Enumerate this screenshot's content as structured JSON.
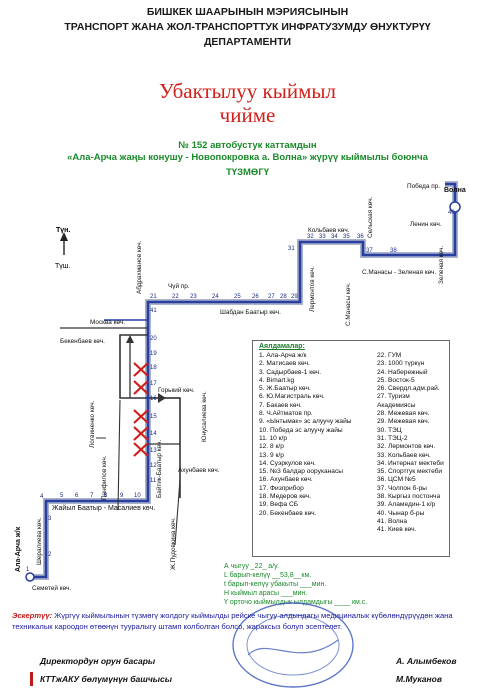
{
  "header": {
    "line1": "БИШКЕК ШААРЫНЫН  МЭРИЯСЫНЫН",
    "line2": "ТРАНСПОРТ ЖАНА ЖОЛ-ТРАНСПОРТТУК ИНФРАТУЗУМДУ ӨНУКТУРҮҮ",
    "line3": "ДЕПАРТАМЕНТИ"
  },
  "title": {
    "line1": "Убактылуу кыймыл",
    "line2": "чийме"
  },
  "subtitle": {
    "line1": "№ 152  автобустук каттамдын",
    "line2": "«Ала-Арча жаңы конушу  - Новопокровка а. Волна»  жүрүү кыймылы боюнча",
    "line3": "ТҮЗМӨГҮ"
  },
  "map": {
    "north": "Түн.",
    "south": "Түш.",
    "start_label": "Ала-Арча ж/к",
    "end_label": "Волна",
    "streets": {
      "semetei": "Семетей көч.",
      "sheralieva": "Шералиева көч.",
      "zhayil": "Жайыл Баатыр - Масалиев көч.",
      "pudovkina": "Ж.Пудовкина көч.",
      "akhunbaev": "Ахунбаев көч.",
      "yunusalieva": "Юнусалиева көч.",
      "baytik": "Байтик-Баатыр көч.",
      "gorkiy": "Горький көч.",
      "panfilov": "Панфилов көч.",
      "logvinenko": "Логвиненко көч.",
      "bekenbaev": "Бекенбаев көч.",
      "moskva": "Москва көч.",
      "abdrakhmanov": "Абдрахманов көч.",
      "chuy": "Чүй пр.",
      "shabdan": "Шабдан Баатыр көч.",
      "lermontov": "Лермонтов көч.",
      "kolbaev": "Кольбаев көч.",
      "manas": "С.Манасы - Зеленая көч.",
      "manas_v": "С.Манасы көч.",
      "zelenaya": "Зеленая көч.",
      "lenin": "Ленин көч.",
      "selskaya": "Сельская көч.",
      "pobeda": "Победа пр."
    }
  },
  "legend": {
    "title": "Аялдамалар:",
    "col1": [
      "1. Ала-Арча ж/к",
      "2. Матисаев көч.",
      "3. Садырбаев-1 көч.",
      "4. Bimart.kg",
      "5. Ж.Баатыр көч.",
      "6. Ю.Магистраль көч.",
      "7. Бакаев көч.",
      "8. Ч.Айтматов пр.",
      "9. «Ынтымак» эс алуучу жайы",
      "10. Победа эс алуучу жайы",
      "11. 10 к/р",
      "12. 8 к/р",
      "13. 9 к/р",
      "14. Суэркулов көч.",
      "15. №3 балдар ооруканасы",
      "16. Ахунбаев көч.",
      "17. Физприбор",
      "18. Медеров көч.",
      "19. Вефа СБ",
      "20. Бекенбаев көч."
    ],
    "col2": [
      "22. ГУМ",
      "23. 1000 түркүн",
      "24. Набережный",
      "25. Восток-5",
      "26. Свердл.адм.рай.",
      "27. Туризм Академиясы",
      "28. Межевая көч.",
      "29. Межевая көч.",
      "30. ТЭЦ",
      "31. ТЭЦ-2",
      "32. Лермонтов көч.",
      "33. Кольбаев көч.",
      "34. Интернат мектеби",
      "35. Спортгук мектеби",
      "36. ЦСМ №5",
      "37. Чолпон б-ры",
      "38. Кыргыз постонча",
      "39. Аламедин-1 к/р",
      "40. Чынар б-ры",
      "41. Волна",
      "41. Киев көч."
    ]
  },
  "route_info": {
    "line1": "А чыгуу  _22_ а/у.",
    "line2": "L барып-келүү __53,8__км.",
    "line3": "t барып-келүү убакыты ___мин.",
    "line4": "Н кыймыл арасы ___мин.",
    "line5": "Ү орточо кыймылдык ылдамдыгы ____ км.с."
  },
  "note": {
    "label": "Эскертүү:",
    "text": "Жүргүү кыймылынын түзмөгү жолдогу кыймылды рейске чыгуу алдындагы медициналык күбөлөндүрүүдөн жана техникалык кароодон өтөөнүн тууралыгу штамп колболган болсо, жараксыз болуп эсептелет."
  },
  "signatures": {
    "role1": "Директордун орун басары",
    "name1": "А. Алымбеков",
    "role2": "КТТжАКУ  бөлүмүнүн башчысы",
    "name2": "М.Муканов"
  },
  "colors": {
    "route": "#2a3ea0",
    "title": "#d0201a",
    "green_text": "#1a8a2a",
    "cross": "#d0201a"
  }
}
